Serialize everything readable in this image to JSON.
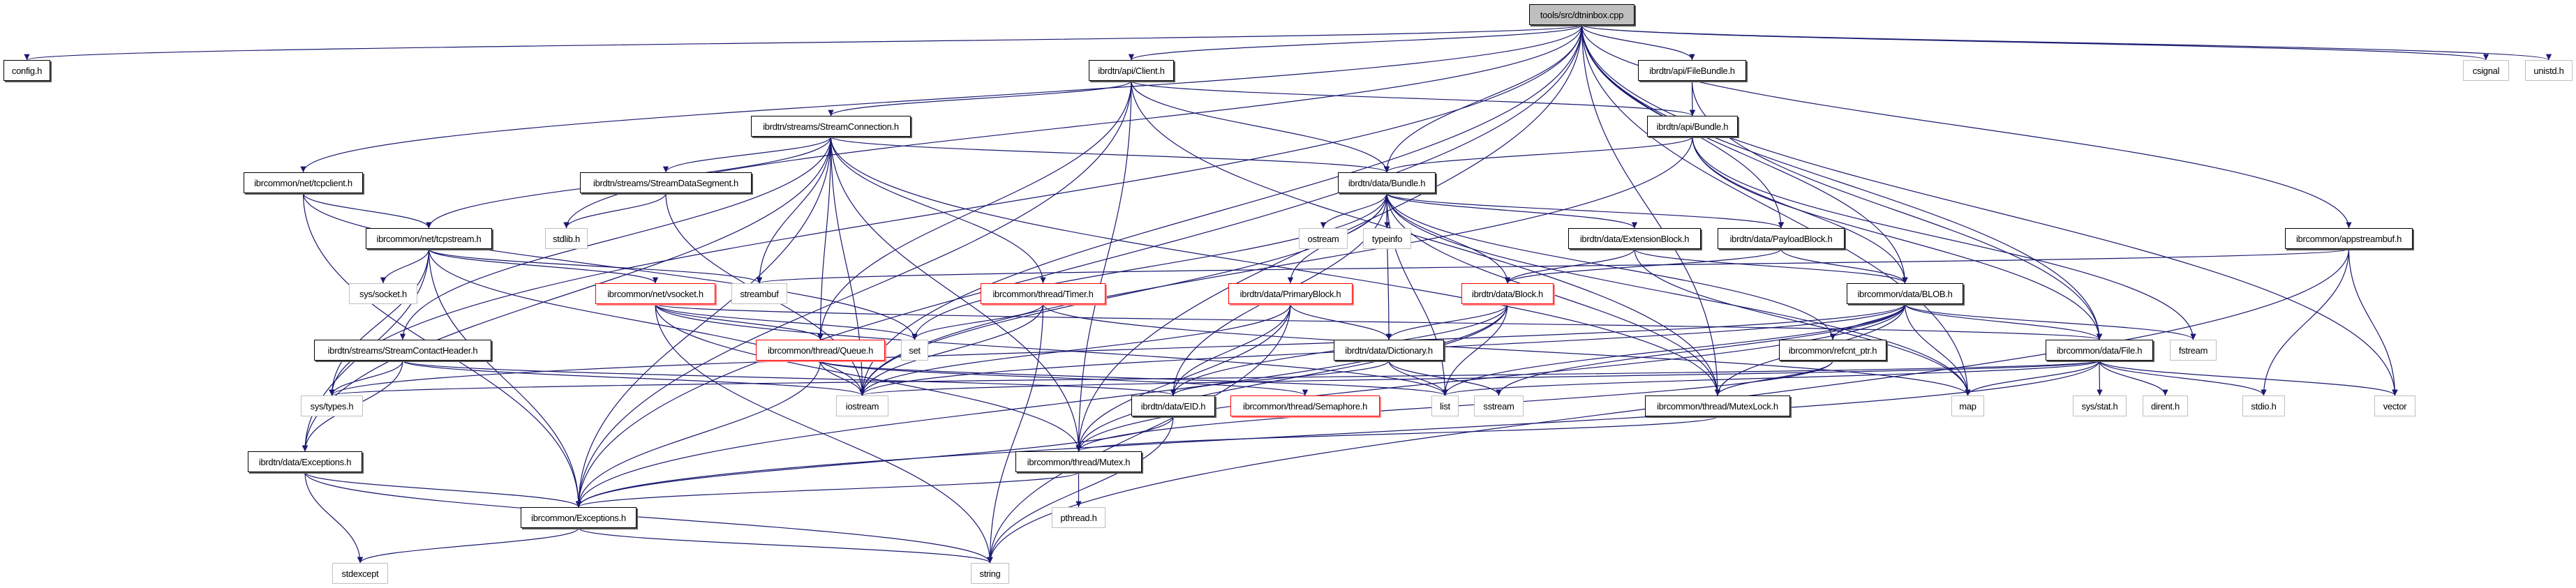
{
  "graph": {
    "title": "tools/src/dtninbox.cpp include dependency graph",
    "edge_color": "#191970",
    "nodes": [
      {
        "id": "root",
        "label": "tools/src/dtninbox.cpp",
        "kind": "root"
      },
      {
        "id": "config",
        "label": "config.h",
        "kind": "documented"
      },
      {
        "id": "client",
        "label": "ibrdtn/api/Client.h",
        "kind": "documented"
      },
      {
        "id": "filebundle",
        "label": "ibrdtn/api/FileBundle.h",
        "kind": "documented"
      },
      {
        "id": "csignal",
        "label": "csignal",
        "kind": "external"
      },
      {
        "id": "unistd",
        "label": "unistd.h",
        "kind": "external"
      },
      {
        "id": "streamconn",
        "label": "ibrdtn/streams/StreamConnection.h",
        "kind": "documented"
      },
      {
        "id": "apibundle",
        "label": "ibrdtn/api/Bundle.h",
        "kind": "documented"
      },
      {
        "id": "tcpclient",
        "label": "ibrcommon/net/tcpclient.h",
        "kind": "documented"
      },
      {
        "id": "streamseg",
        "label": "ibrdtn/streams/StreamDataSegment.h",
        "kind": "documented"
      },
      {
        "id": "databundle",
        "label": "ibrdtn/data/Bundle.h",
        "kind": "documented"
      },
      {
        "id": "appstreambuf",
        "label": "ibrcommon/appstreambuf.h",
        "kind": "documented"
      },
      {
        "id": "tcpstream",
        "label": "ibrcommon/net/tcpstream.h",
        "kind": "documented"
      },
      {
        "id": "stdlib",
        "label": "stdlib.h",
        "kind": "external"
      },
      {
        "id": "ostream",
        "label": "ostream",
        "kind": "external"
      },
      {
        "id": "typeinfo",
        "label": "typeinfo",
        "kind": "external"
      },
      {
        "id": "extblock",
        "label": "ibrdtn/data/ExtensionBlock.h",
        "kind": "documented"
      },
      {
        "id": "payloadblock",
        "label": "ibrdtn/data/PayloadBlock.h",
        "kind": "documented"
      },
      {
        "id": "syssocket",
        "label": "sys/socket.h",
        "kind": "external"
      },
      {
        "id": "vsocket",
        "label": "ibrcommon/net/vsocket.h",
        "kind": "incomplete"
      },
      {
        "id": "streambuf",
        "label": "streambuf",
        "kind": "external"
      },
      {
        "id": "timer",
        "label": "ibrcommon/thread/Timer.h",
        "kind": "incomplete"
      },
      {
        "id": "primaryblock",
        "label": "ibrdtn/data/PrimaryBlock.h",
        "kind": "incomplete"
      },
      {
        "id": "block",
        "label": "ibrdtn/data/Block.h",
        "kind": "incomplete"
      },
      {
        "id": "blob",
        "label": "ibrcommon/data/BLOB.h",
        "kind": "documented"
      },
      {
        "id": "contacthdr",
        "label": "ibrdtn/streams/StreamContactHeader.h",
        "kind": "documented"
      },
      {
        "id": "queue",
        "label": "ibrcommon/thread/Queue.h",
        "kind": "incomplete"
      },
      {
        "id": "set",
        "label": "set",
        "kind": "external"
      },
      {
        "id": "dictionary",
        "label": "ibrdtn/data/Dictionary.h",
        "kind": "documented"
      },
      {
        "id": "refcnt",
        "label": "ibrcommon/refcnt_ptr.h",
        "kind": "documented"
      },
      {
        "id": "file",
        "label": "ibrcommon/data/File.h",
        "kind": "documented"
      },
      {
        "id": "fstream",
        "label": "fstream",
        "kind": "external"
      },
      {
        "id": "systypes",
        "label": "sys/types.h",
        "kind": "external"
      },
      {
        "id": "iostream",
        "label": "iostream",
        "kind": "external"
      },
      {
        "id": "eid",
        "label": "ibrdtn/data/EID.h",
        "kind": "documented"
      },
      {
        "id": "semaphore",
        "label": "ibrcommon/thread/Semaphore.h",
        "kind": "incomplete"
      },
      {
        "id": "list",
        "label": "list",
        "kind": "external"
      },
      {
        "id": "sstream",
        "label": "sstream",
        "kind": "external"
      },
      {
        "id": "mutexlock",
        "label": "ibrcommon/thread/MutexLock.h",
        "kind": "documented"
      },
      {
        "id": "map",
        "label": "map",
        "kind": "external"
      },
      {
        "id": "sysstat",
        "label": "sys/stat.h",
        "kind": "external"
      },
      {
        "id": "dirent",
        "label": "dirent.h",
        "kind": "external"
      },
      {
        "id": "stdio",
        "label": "stdio.h",
        "kind": "external"
      },
      {
        "id": "vector",
        "label": "vector",
        "kind": "external"
      },
      {
        "id": "dataexc",
        "label": "ibrdtn/data/Exceptions.h",
        "kind": "documented"
      },
      {
        "id": "mutex",
        "label": "ibrcommon/thread/Mutex.h",
        "kind": "documented"
      },
      {
        "id": "commonexc",
        "label": "ibrcommon/Exceptions.h",
        "kind": "documented"
      },
      {
        "id": "pthread",
        "label": "pthread.h",
        "kind": "external"
      },
      {
        "id": "stdexcept",
        "label": "stdexcept",
        "kind": "external"
      },
      {
        "id": "string",
        "label": "string",
        "kind": "external"
      }
    ],
    "edges": [
      [
        "root",
        "config"
      ],
      [
        "root",
        "client"
      ],
      [
        "root",
        "filebundle"
      ],
      [
        "root",
        "csignal"
      ],
      [
        "root",
        "unistd"
      ],
      [
        "root",
        "tcpclient"
      ],
      [
        "root",
        "appstreambuf"
      ],
      [
        "root",
        "databundle"
      ],
      [
        "root",
        "payloadblock"
      ],
      [
        "root",
        "blob"
      ],
      [
        "root",
        "file"
      ],
      [
        "root",
        "systypes"
      ],
      [
        "root",
        "iostream"
      ],
      [
        "root",
        "commonexc"
      ],
      [
        "root",
        "mutex"
      ],
      [
        "root",
        "mutexlock"
      ],
      [
        "root",
        "map"
      ],
      [
        "root",
        "vector"
      ],
      [
        "root",
        "stdlib"
      ],
      [
        "client",
        "streamconn"
      ],
      [
        "client",
        "apibundle"
      ],
      [
        "client",
        "databundle"
      ],
      [
        "client",
        "queue"
      ],
      [
        "client",
        "mutex"
      ],
      [
        "client",
        "commonexc"
      ],
      [
        "client",
        "mutexlock"
      ],
      [
        "filebundle",
        "apibundle"
      ],
      [
        "filebundle",
        "file"
      ],
      [
        "apibundle",
        "databundle"
      ],
      [
        "apibundle",
        "blob"
      ],
      [
        "apibundle",
        "fstream"
      ],
      [
        "apibundle",
        "iostream"
      ],
      [
        "apibundle",
        "file"
      ],
      [
        "streamconn",
        "databundle"
      ],
      [
        "streamconn",
        "streamseg"
      ],
      [
        "streamconn",
        "tcpstream"
      ],
      [
        "streamconn",
        "contacthdr"
      ],
      [
        "streamconn",
        "timer"
      ],
      [
        "streamconn",
        "queue"
      ],
      [
        "streamconn",
        "mutex"
      ],
      [
        "streamconn",
        "streambuf"
      ],
      [
        "streamconn",
        "dataexc"
      ],
      [
        "streamconn",
        "commonexc"
      ],
      [
        "streamconn",
        "mutexlock"
      ],
      [
        "streamconn",
        "iostream"
      ],
      [
        "tcpclient",
        "tcpstream"
      ],
      [
        "tcpclient",
        "commonexc"
      ],
      [
        "tcpclient",
        "set"
      ],
      [
        "streamseg",
        "stdlib"
      ],
      [
        "streamseg",
        "iostream"
      ],
      [
        "databundle",
        "ostream"
      ],
      [
        "databundle",
        "typeinfo"
      ],
      [
        "databundle",
        "extblock"
      ],
      [
        "databundle",
        "payloadblock"
      ],
      [
        "databundle",
        "primaryblock"
      ],
      [
        "databundle",
        "block"
      ],
      [
        "databundle",
        "dictionary"
      ],
      [
        "databundle",
        "eid"
      ],
      [
        "databundle",
        "set"
      ],
      [
        "databundle",
        "iostream"
      ],
      [
        "databundle",
        "refcnt"
      ],
      [
        "databundle",
        "mutexlock"
      ],
      [
        "databundle",
        "map"
      ],
      [
        "databundle",
        "list"
      ],
      [
        "tcpstream",
        "syssocket"
      ],
      [
        "tcpstream",
        "vsocket"
      ],
      [
        "tcpstream",
        "streambuf"
      ],
      [
        "tcpstream",
        "iostream"
      ],
      [
        "tcpstream",
        "systypes"
      ],
      [
        "tcpstream",
        "commonexc"
      ],
      [
        "tcpstream",
        "dataexc"
      ],
      [
        "extblock",
        "block"
      ],
      [
        "extblock",
        "blob"
      ],
      [
        "extblock",
        "map"
      ],
      [
        "payloadblock",
        "block"
      ],
      [
        "payloadblock",
        "blob"
      ],
      [
        "appstreambuf",
        "streambuf"
      ],
      [
        "appstreambuf",
        "stdio"
      ],
      [
        "appstreambuf",
        "vector"
      ],
      [
        "appstreambuf",
        "string"
      ],
      [
        "vsocket",
        "queue"
      ],
      [
        "vsocket",
        "set"
      ],
      [
        "vsocket",
        "file"
      ],
      [
        "vsocket",
        "mutex"
      ],
      [
        "vsocket",
        "string"
      ],
      [
        "vsocket",
        "list"
      ],
      [
        "timer",
        "set"
      ],
      [
        "timer",
        "iostream"
      ],
      [
        "timer",
        "string"
      ],
      [
        "timer",
        "map"
      ],
      [
        "primaryblock",
        "dictionary"
      ],
      [
        "primaryblock",
        "eid"
      ],
      [
        "primaryblock",
        "iostream"
      ],
      [
        "primaryblock",
        "mutex"
      ],
      [
        "primaryblock",
        "string"
      ],
      [
        "block",
        "dictionary"
      ],
      [
        "block",
        "eid"
      ],
      [
        "block",
        "list"
      ],
      [
        "block",
        "commonexc"
      ],
      [
        "block",
        "mutex"
      ],
      [
        "blob",
        "file"
      ],
      [
        "blob",
        "fstream"
      ],
      [
        "blob",
        "refcnt"
      ],
      [
        "blob",
        "mutexlock"
      ],
      [
        "blob",
        "mutex"
      ],
      [
        "blob",
        "iostream"
      ],
      [
        "blob",
        "map"
      ],
      [
        "blob",
        "sstream"
      ],
      [
        "blob",
        "systypes"
      ],
      [
        "blob",
        "list"
      ],
      [
        "contacthdr",
        "systypes"
      ],
      [
        "contacthdr",
        "dataexc"
      ],
      [
        "contacthdr",
        "eid"
      ],
      [
        "contacthdr",
        "iostream"
      ],
      [
        "queue",
        "iostream"
      ],
      [
        "queue",
        "semaphore"
      ],
      [
        "queue",
        "commonexc"
      ],
      [
        "queue",
        "list"
      ],
      [
        "dictionary",
        "eid"
      ],
      [
        "dictionary",
        "list"
      ],
      [
        "dictionary",
        "sstream"
      ],
      [
        "refcnt",
        "mutexlock"
      ],
      [
        "refcnt",
        "mutex"
      ],
      [
        "file",
        "map"
      ],
      [
        "file",
        "sysstat"
      ],
      [
        "file",
        "dirent"
      ],
      [
        "file",
        "stdio"
      ],
      [
        "file",
        "vector"
      ],
      [
        "file",
        "list"
      ],
      [
        "file",
        "systypes"
      ],
      [
        "file",
        "iostream"
      ],
      [
        "file",
        "commonexc"
      ],
      [
        "eid",
        "string"
      ],
      [
        "eid",
        "commonexc"
      ],
      [
        "mutexlock",
        "mutex"
      ],
      [
        "dataexc",
        "commonexc"
      ],
      [
        "dataexc",
        "stdexcept"
      ],
      [
        "dataexc",
        "string"
      ],
      [
        "mutex",
        "pthread"
      ],
      [
        "mutex",
        "commonexc"
      ],
      [
        "commonexc",
        "stdexcept"
      ],
      [
        "commonexc",
        "string"
      ]
    ]
  }
}
